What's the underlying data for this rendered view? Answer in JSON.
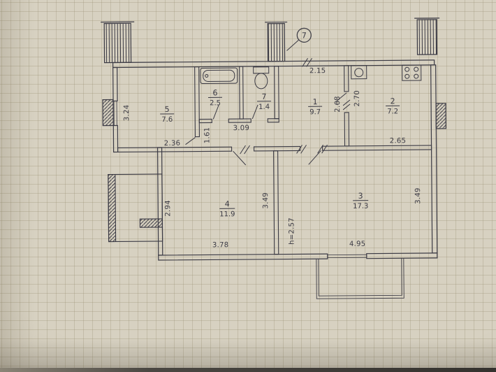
{
  "plan": {
    "marker": "7",
    "rooms": [
      {
        "number": "5",
        "area": "7.6"
      },
      {
        "number": "6",
        "area": "2.5"
      },
      {
        "number": "7",
        "area": "1.4"
      },
      {
        "number": "1",
        "area": "9.7"
      },
      {
        "number": "2",
        "area": "7.2"
      },
      {
        "number": "4",
        "area": "11.9"
      },
      {
        "number": "3",
        "area": "17.3"
      }
    ],
    "dims": [
      "3.24",
      "2.36",
      "1.61",
      "3.09",
      "2.15",
      "2.68",
      "2.70",
      "2.65",
      "2.94",
      "3.49",
      "3.78",
      "h=2.57",
      "3.49",
      "4.95"
    ]
  },
  "colors": {
    "paper": "#d7d1c1",
    "ink": "#3b3a44"
  }
}
